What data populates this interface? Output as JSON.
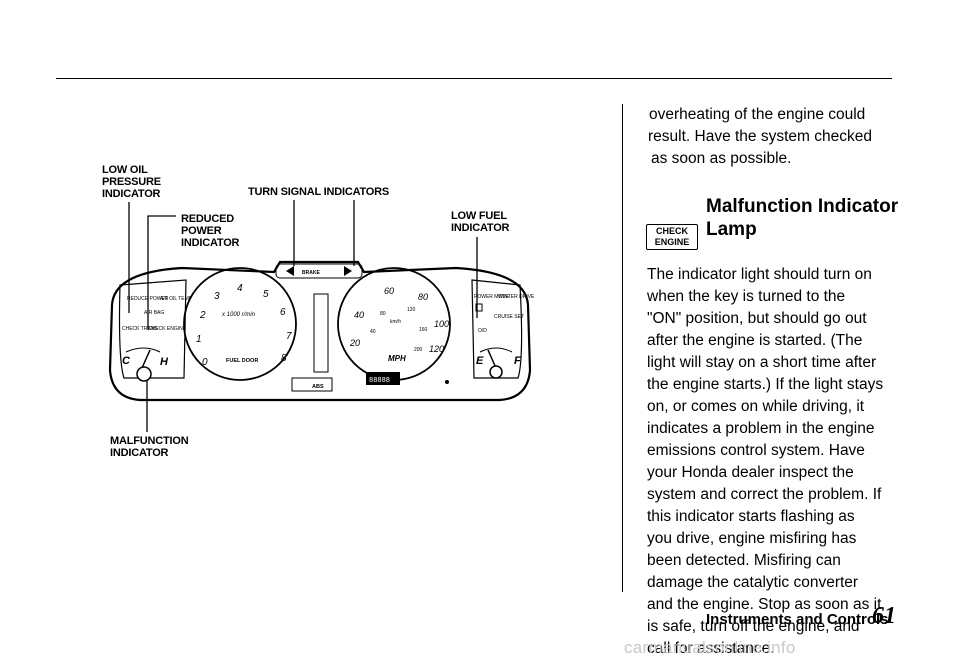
{
  "callouts": {
    "low_oil": [
      "LOW OIL",
      "PRESSURE",
      "INDICATOR"
    ],
    "reduced_power": [
      "REDUCED",
      "POWER",
      "INDICATOR"
    ],
    "turn_signal": [
      "TURN SIGNAL INDICATORS"
    ],
    "low_fuel": [
      "LOW FUEL",
      "INDICATOR"
    ],
    "malfunction": [
      "MALFUNCTION",
      "INDICATOR"
    ]
  },
  "cluster": {
    "tach_numbers": [
      "0",
      "1",
      "2",
      "3",
      "4",
      "5",
      "6",
      "7",
      "8"
    ],
    "tach_unit": "x 1000 r/min",
    "fuel_door": "FUEL DOOR",
    "speed_mph": [
      "20",
      "40",
      "60",
      "80",
      "100",
      "120"
    ],
    "speed_kmh": [
      "40",
      "80",
      "120",
      "160",
      "200"
    ],
    "kmh_label": "km/h",
    "mph_label": "MPH",
    "brake": "BRAKE",
    "abs": "ABS",
    "odometer": "88888",
    "temp_cold": "C",
    "temp_hot": "H",
    "fuel_empty": "E",
    "fuel_full": "F",
    "left_panel": [
      "REDUCE POWER",
      "A/T OIL TEMP",
      "AIR BAG",
      "CHECK TRANS",
      "CHECK ENGINE"
    ],
    "right_panel": [
      "POWER MODE",
      "WINTER DRIVE",
      "CRUISE SET",
      "O/D"
    ]
  },
  "text": {
    "para1": [
      "overheating of the engine could",
      "result. Have the system checked",
      "as soon as possible."
    ],
    "icon": [
      "CHECK",
      "ENGINE"
    ],
    "heading": [
      "Malfunction Indicator",
      "Lamp"
    ],
    "para2": [
      "The indicator light should turn on",
      "when the key is turned to the",
      "\"ON\" position, but should go out",
      "after the engine is started. (The",
      "light will stay on a short time after",
      "the engine starts.) If the light stays",
      "on, or comes on while driving, it",
      "indicates a problem in the engine",
      "emissions control system. Have",
      "your Honda dealer inspect the",
      "system and correct the problem. If",
      "this indicator starts flashing as",
      "you drive, engine misfiring has",
      "been detected. Misfiring can",
      "damage the catalytic converter",
      "and the engine. Stop as soon as it",
      "is safe, turn off the engine, and",
      "call for assistance."
    ]
  },
  "footer": {
    "section": "Instruments and Controls",
    "page": "61"
  },
  "watermark": "carmanualsonline.info"
}
